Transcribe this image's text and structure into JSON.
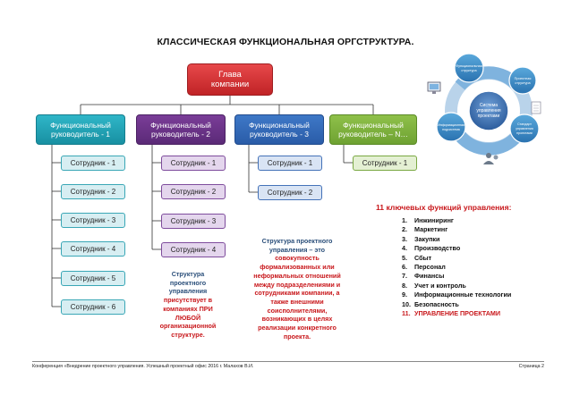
{
  "title": "КЛАССИЧЕСКАЯ ФУНКЦИОНАЛЬНАЯ ОРГСТРУКТУРА.",
  "ceo": {
    "line1": "Глава",
    "line2": "компании"
  },
  "managers": [
    {
      "line1": "Функциональный",
      "line2": "руководитель - 1",
      "employees": [
        "Сотрудник - 1",
        "Сотрудник - 2",
        "Сотрудник - 3",
        "Сотрудник - 4",
        "Сотрудник - 5",
        "Сотрудник - 6"
      ]
    },
    {
      "line1": "Функциональный",
      "line2": "руководитель - 2",
      "employees": [
        "Сотрудник - 1",
        "Сотрудник - 2",
        "Сотрудник - 3",
        "Сотрудник - 4"
      ]
    },
    {
      "line1": "Функциональный",
      "line2": "руководитель - 3",
      "employees": [
        "Сотрудник - 1",
        "Сотрудник - 2"
      ]
    },
    {
      "line1": "Функциональный",
      "line2": "руководитель – N…",
      "employees": [
        "Сотрудник - 1"
      ]
    }
  ],
  "note_left": {
    "dark": [
      "Структура",
      "проектного",
      "управления"
    ],
    "red": [
      "присутствует в",
      "компаниях ПРИ",
      "ЛЮБОЙ",
      "организационной",
      "структуре."
    ]
  },
  "note_center": {
    "dark": [
      "Структура проектного",
      "управления – это"
    ],
    "red": [
      "совокупность",
      "формализованных или",
      "неформальных отношений",
      "между подразделениями и",
      "сотрудниками компании, а",
      "также внешними",
      "соисполнителями,",
      "возникающих в целях",
      "реализации конкретного",
      "проекта."
    ]
  },
  "functions_title": "11 ключевых функций управления:",
  "functions": [
    {
      "n": "1.",
      "label": "Инжиниринг"
    },
    {
      "n": "2.",
      "label": "Маркетинг"
    },
    {
      "n": "3.",
      "label": "Закупки"
    },
    {
      "n": "4.",
      "label": "Производство"
    },
    {
      "n": "5.",
      "label": "Сбыт"
    },
    {
      "n": "6.",
      "label": "Персонал"
    },
    {
      "n": "7.",
      "label": "Финансы"
    },
    {
      "n": "8.",
      "label": "Учет и контроль"
    },
    {
      "n": "9.",
      "label": "Информационные технологии"
    },
    {
      "n": "10.",
      "label": "Безопасность"
    },
    {
      "n": "11.",
      "label": "УПРАВЛЕНИЕ ПРОЕКТАМИ"
    }
  ],
  "graphic": {
    "center": [
      "Система",
      "управления",
      "проектами"
    ],
    "satellites": [
      [
        "Функциональная",
        "структура"
      ],
      [
        "Проектная",
        "структура"
      ],
      [
        "Информационная",
        "подсистема"
      ],
      [
        "Стандарт",
        "управления",
        "проектами"
      ]
    ]
  },
  "footer": {
    "left": "Конференция «Внедрение проектного управления. Успешный проектный офис 2016 г. Малахов В.И.",
    "right": "Страница 2"
  }
}
